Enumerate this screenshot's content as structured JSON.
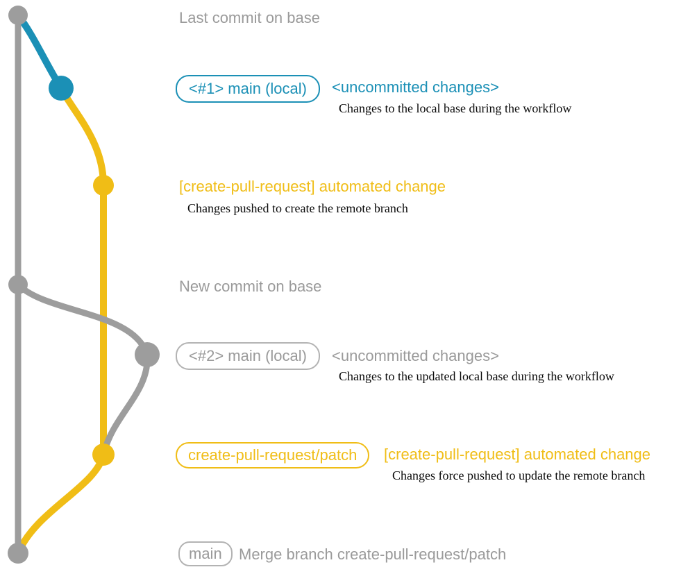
{
  "colors": {
    "base_gray": "#9d9d9d",
    "text_gray": "#9a9a9a",
    "border_gray": "#b3b3b3",
    "blue": "#1b90b6",
    "yellow": "#f0bd16",
    "description_black": "#0a0a0a"
  },
  "annotations": {
    "last_commit": {
      "title": "Last commit on base"
    },
    "main_local_1": {
      "badge": "<#1> main (local)",
      "heading": "<uncommitted changes>",
      "description": "Changes to the local base during the workflow"
    },
    "automated_change_1": {
      "heading": "[create-pull-request] automated change",
      "description": "Changes pushed to create the remote branch"
    },
    "new_commit": {
      "title": "New commit on base"
    },
    "main_local_2": {
      "badge": "<#2> main (local)",
      "heading": "<uncommitted changes>",
      "description": "Changes to the updated local base during the workflow"
    },
    "patch_branch": {
      "badge": "create-pull-request/patch",
      "heading": "[create-pull-request] automated change",
      "description": "Changes force pushed to update the remote branch"
    },
    "merge": {
      "badge": "main",
      "title": "Merge branch create-pull-request/patch"
    }
  }
}
